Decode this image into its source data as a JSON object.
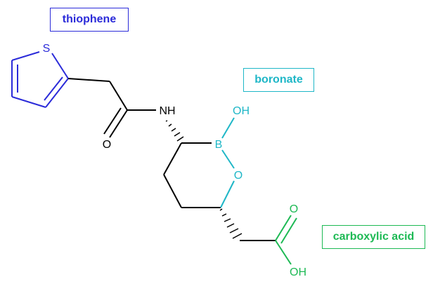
{
  "labels": {
    "thiophene": "thiophene",
    "boronate": "boronate",
    "carboxylic_acid": "carboxylic acid"
  },
  "atoms": {
    "S": "S",
    "NH": "NH",
    "O_carbonyl": "O",
    "OH_boron": "OH",
    "B": "B",
    "O_ring": "O",
    "O_acid": "O",
    "OH_acid": "OH"
  },
  "colors": {
    "thiophene": "#2b2bd9",
    "boronate": "#1fb7c7",
    "carboxylic_acid": "#1db954",
    "bond": "#000000"
  }
}
